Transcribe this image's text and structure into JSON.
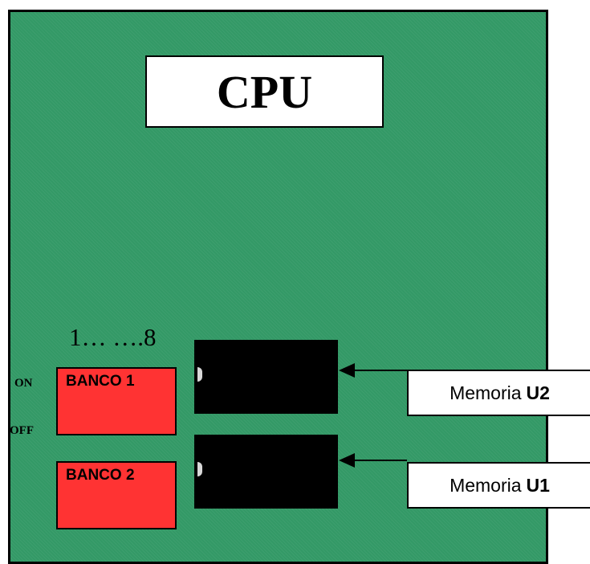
{
  "cpu": {
    "label": "CPU"
  },
  "dip_switches": {
    "range_label": "1… ….8",
    "on_label": "ON",
    "off_label": "OFF",
    "banks": [
      {
        "label": "BANCO 1"
      },
      {
        "label": "BANCO 2"
      }
    ]
  },
  "memories": [
    {
      "prefix": "Memoria",
      "id": "U2"
    },
    {
      "prefix": "Memoria",
      "id": "U1"
    }
  ],
  "colors": {
    "board": "#339966",
    "bank": "#ff3333",
    "chip": "#000000",
    "label_box": "#ffffff"
  }
}
